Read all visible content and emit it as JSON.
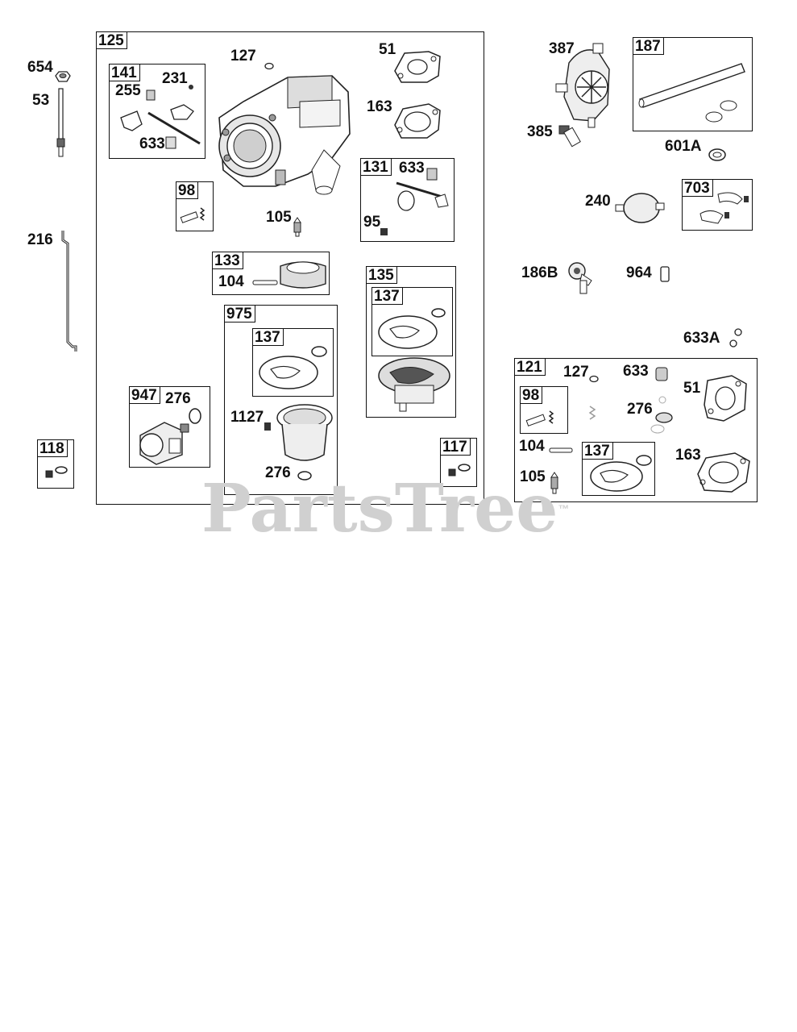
{
  "watermark": {
    "text": "PartsTree",
    "mark": "™"
  },
  "groups": {
    "g125": "125",
    "g141": "141",
    "g98": "98",
    "g133": "133",
    "g131": "131",
    "g135": "135",
    "g137a": "137",
    "g975": "975",
    "g137b": "137",
    "g947": "947",
    "g118": "118",
    "g117": "117",
    "g187": "187",
    "g703": "703",
    "g121": "121",
    "g98b": "98",
    "g137c": "137"
  },
  "labels": {
    "p654": "654",
    "p53": "53",
    "p216": "216",
    "p127": "127",
    "p51": "51",
    "p255": "255",
    "p231": "231",
    "p633": "633",
    "p163": "163",
    "p633b": "633",
    "p95": "95",
    "p105": "105",
    "p104": "104",
    "p276a": "276",
    "p1127": "1127",
    "p276b": "276",
    "p387": "387",
    "p385": "385",
    "p601A": "601A",
    "p240": "240",
    "p186B": "186B",
    "p964": "964",
    "p633A": "633A",
    "p127b": "127",
    "p633c": "633",
    "p51b": "51",
    "p276c": "276",
    "p104b": "104",
    "p105b": "105",
    "p163b": "163"
  }
}
